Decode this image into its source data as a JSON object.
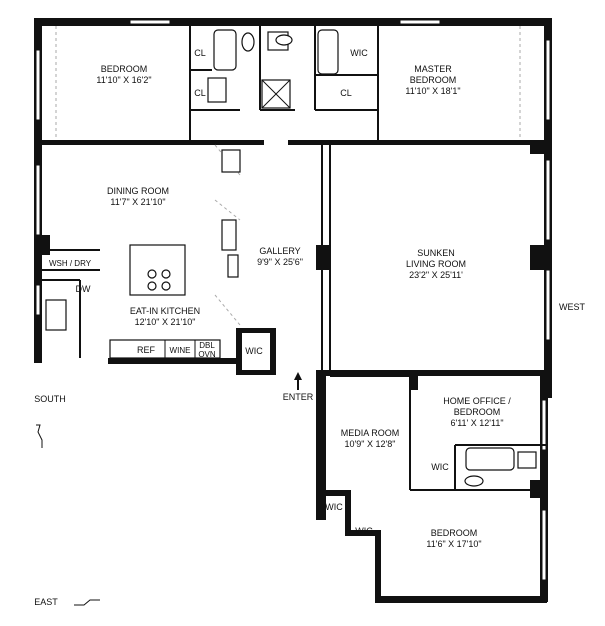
{
  "rooms": {
    "bedroom_nw": {
      "name": "BEDROOM",
      "dims": "11'10\" X 16'2\""
    },
    "master": {
      "name_line1": "MASTER",
      "name_line2": "BEDROOM",
      "dims": "11'10\" X 18'1\""
    },
    "dining": {
      "name": "DINING ROOM",
      "dims": "11'7\" X 21'10\""
    },
    "gallery": {
      "name": "GALLERY",
      "dims": "9'9\" X 25'6\""
    },
    "living": {
      "name_line1": "SUNKEN",
      "name_line2": "LIVING ROOM",
      "dims": "23'2\" X 25'11'"
    },
    "kitchen": {
      "name": "EAT-IN KITCHEN",
      "dims": "12'10\" X 21'10\""
    },
    "home_office": {
      "name_line1": "HOME OFFICE /",
      "name_line2": "BEDROOM",
      "dims": "6'11' X 12'11\""
    },
    "media": {
      "name": "MEDIA ROOM",
      "dims": "10'9\" X 12'8\""
    },
    "bedroom_se": {
      "name": "BEDROOM",
      "dims": "11'6\" X 17'10\""
    }
  },
  "fixtures": {
    "cl1": "CL",
    "cl2": "CL",
    "cl3": "CL",
    "wic_master": "WIC",
    "wic_gallery": "WIC",
    "wic_office": "WIC",
    "wic_media": "WIC",
    "wic_bedroom": "WIC",
    "wsh_dry": "WSH / DRY",
    "dw": "DW",
    "ref": "REF",
    "wine": "WINE",
    "dbl": "DBL",
    "ovn": "OVN"
  },
  "labels": {
    "enter": "ENTER",
    "south": "SOUTH",
    "west": "WEST",
    "east": "EAST"
  }
}
